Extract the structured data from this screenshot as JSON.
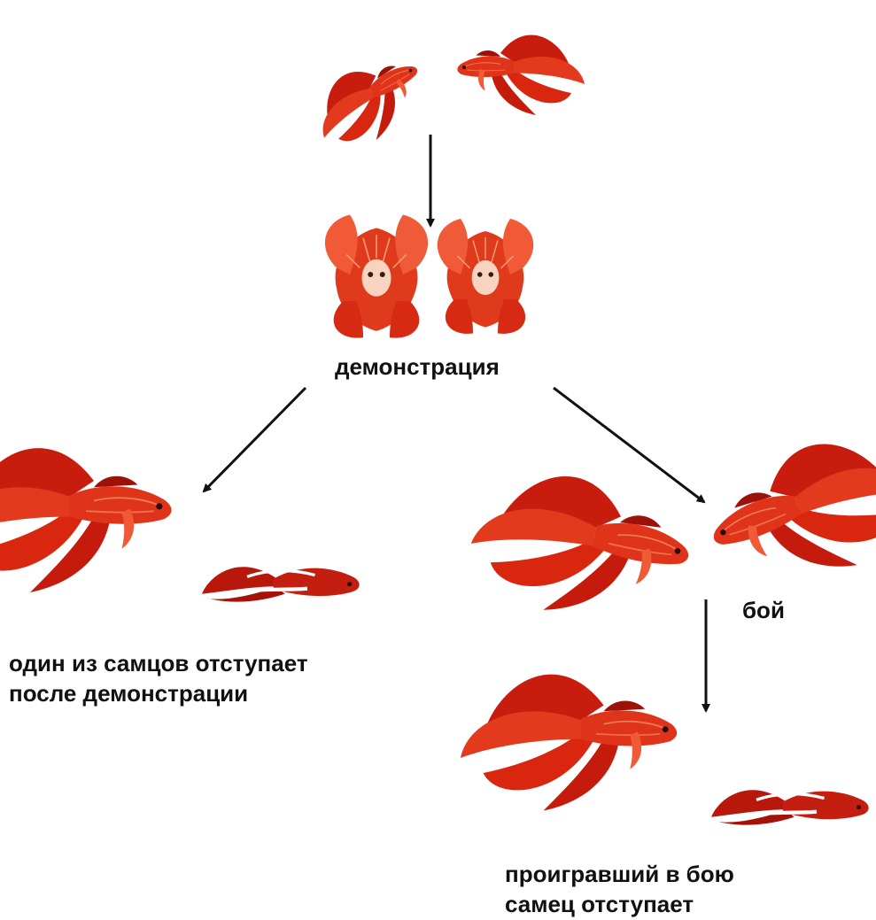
{
  "labels": {
    "display": "демонстрация",
    "fight": "бой",
    "retreat_after_display": [
      "один из самцов отступает",
      "после демонстрации"
    ],
    "loser_retreats": [
      "проигравший в бою",
      "самец отступает"
    ]
  },
  "colors": {
    "fish_dark": "#b3140a",
    "fish_main": "#dc2a14",
    "fish_light": "#f2553a",
    "fish_pale": "#f6b9a5",
    "arrow": "#111111",
    "text": "#111111"
  }
}
